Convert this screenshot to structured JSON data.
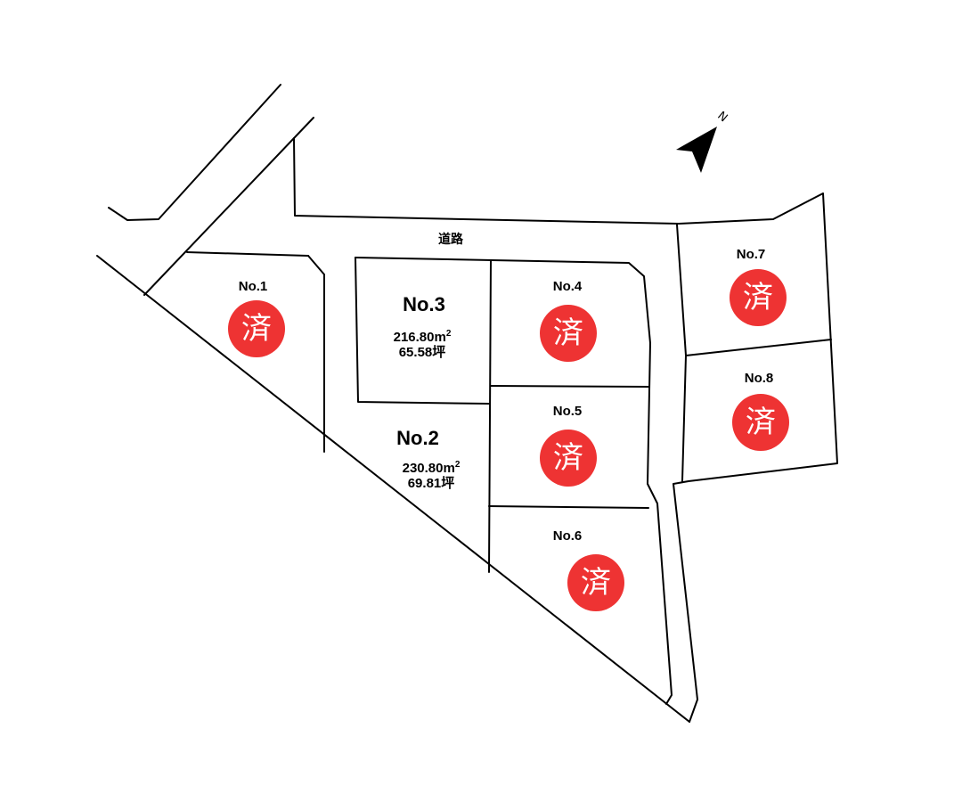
{
  "road": {
    "label": "道路"
  },
  "north": {
    "label": "N"
  },
  "sold_mark": "済",
  "lots": [
    {
      "id": "No.1",
      "sold": true
    },
    {
      "id": "No.2",
      "sold": false,
      "area_m2": "230.80m",
      "area_tsubo": "69.81坪"
    },
    {
      "id": "No.3",
      "sold": false,
      "area_m2": "216.80m",
      "area_tsubo": "65.58坪"
    },
    {
      "id": "No.4",
      "sold": true
    },
    {
      "id": "No.5",
      "sold": true
    },
    {
      "id": "No.6",
      "sold": true
    },
    {
      "id": "No.7",
      "sold": true
    },
    {
      "id": "No.8",
      "sold": true
    }
  ],
  "colors": {
    "sold_badge": "#ee3333",
    "line": "#000000",
    "background": "#ffffff"
  }
}
